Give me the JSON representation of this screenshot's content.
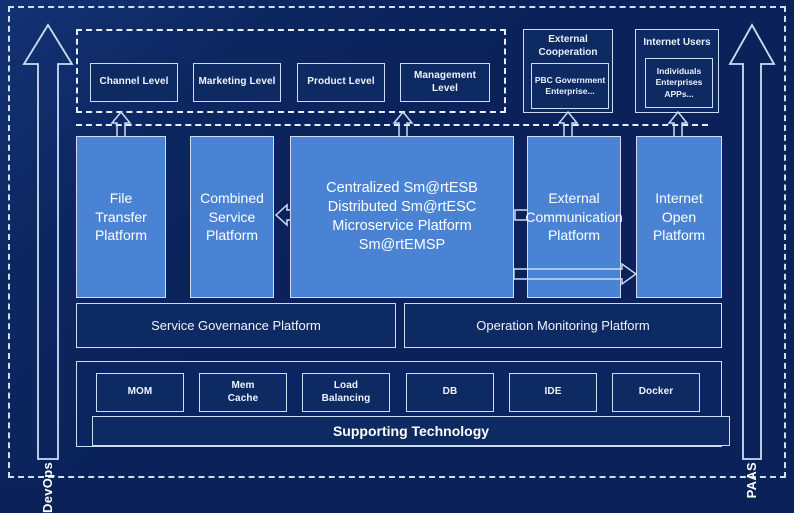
{
  "diagram": {
    "title": "Enterprise Service Platform Architecture",
    "colors": {
      "background": "#0a2259",
      "panel": "#0d2a63",
      "platform_blue": "#4a83d4",
      "stroke": "#cddcf2",
      "text": "#ffffff"
    },
    "left_arrow": {
      "label": "DevOps",
      "direction": "up"
    },
    "right_arrow": {
      "label": "PAAS",
      "direction": "up"
    },
    "consumer_levels": [
      {
        "label": "Channel Level"
      },
      {
        "label": "Marketing Level"
      },
      {
        "label": "Product Level"
      },
      {
        "label": "Management Level"
      }
    ],
    "external_cooperation": {
      "title_line1": "External",
      "title_line2": "Cooperation",
      "inner_line1": "PBC Government",
      "inner_line2": "Enterprise..."
    },
    "internet_users": {
      "title": "Internet Users",
      "inner_line1": "Individuals",
      "inner_line2": "Enterprises",
      "inner_line3": "APPs..."
    },
    "platforms": [
      {
        "name": "file-transfer-platform",
        "line1": "File",
        "line2": "Transfer",
        "line3": "Platform"
      },
      {
        "name": "combined-service-platform",
        "line1": "Combined",
        "line2": "Service",
        "line3": "Platform"
      },
      {
        "name": "esb-platform",
        "line1": "Centralized Sm@rtESB",
        "line2": "Distributed Sm@rtESC",
        "line3": "Microservice Platform Sm@rtEMSP"
      },
      {
        "name": "external-communication-platform",
        "line1": "External",
        "line2": "Communication",
        "line3": "Platform"
      },
      {
        "name": "internet-open-platform",
        "line1": "Internet",
        "line2": "Open",
        "line3": "Platform"
      }
    ],
    "management_row": [
      {
        "label": "Service Governance Platform"
      },
      {
        "label": "Operation Monitoring Platform"
      }
    ],
    "supporting_components": [
      {
        "line1": "MOM",
        "line2": ""
      },
      {
        "line1": "Mem",
        "line2": "Cache"
      },
      {
        "line1": "Load",
        "line2": "Balancing"
      },
      {
        "line1": "DB",
        "line2": ""
      },
      {
        "line1": "IDE",
        "line2": ""
      },
      {
        "line1": "Docker",
        "line2": ""
      }
    ],
    "supporting_bar": {
      "label": "Supporting Technology"
    }
  }
}
